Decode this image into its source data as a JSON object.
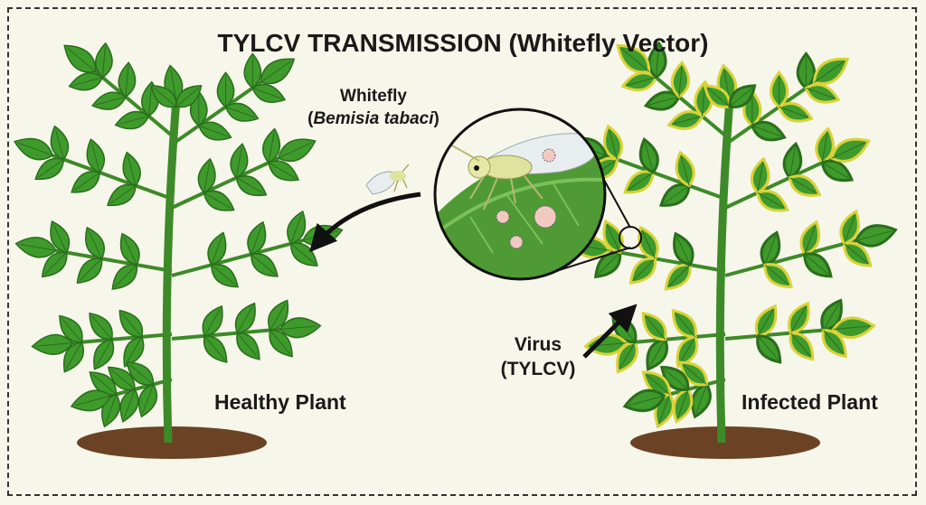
{
  "title": "TYLCV TRANSMISSION (Whitefly Vector)",
  "labels": {
    "healthy_plant": "Healthy Plant",
    "infected_plant": "Infected Plant",
    "whitefly": "Whitefly",
    "whitefly_species_open": "(",
    "whitefly_species": "Bemisia tabaci",
    "whitefly_species_close": ")",
    "virus": "Virus",
    "virus_abbrev": "(TYLCV)"
  },
  "colors": {
    "background": "#f6f6ea",
    "leaf_healthy": "#3f9a2c",
    "leaf_dark": "#2a6e1c",
    "leaf_infected_edge": "#d9d23a",
    "stem": "#3d8a28",
    "soil": "#6b4324",
    "virus_particle": "#f2c9c0"
  }
}
